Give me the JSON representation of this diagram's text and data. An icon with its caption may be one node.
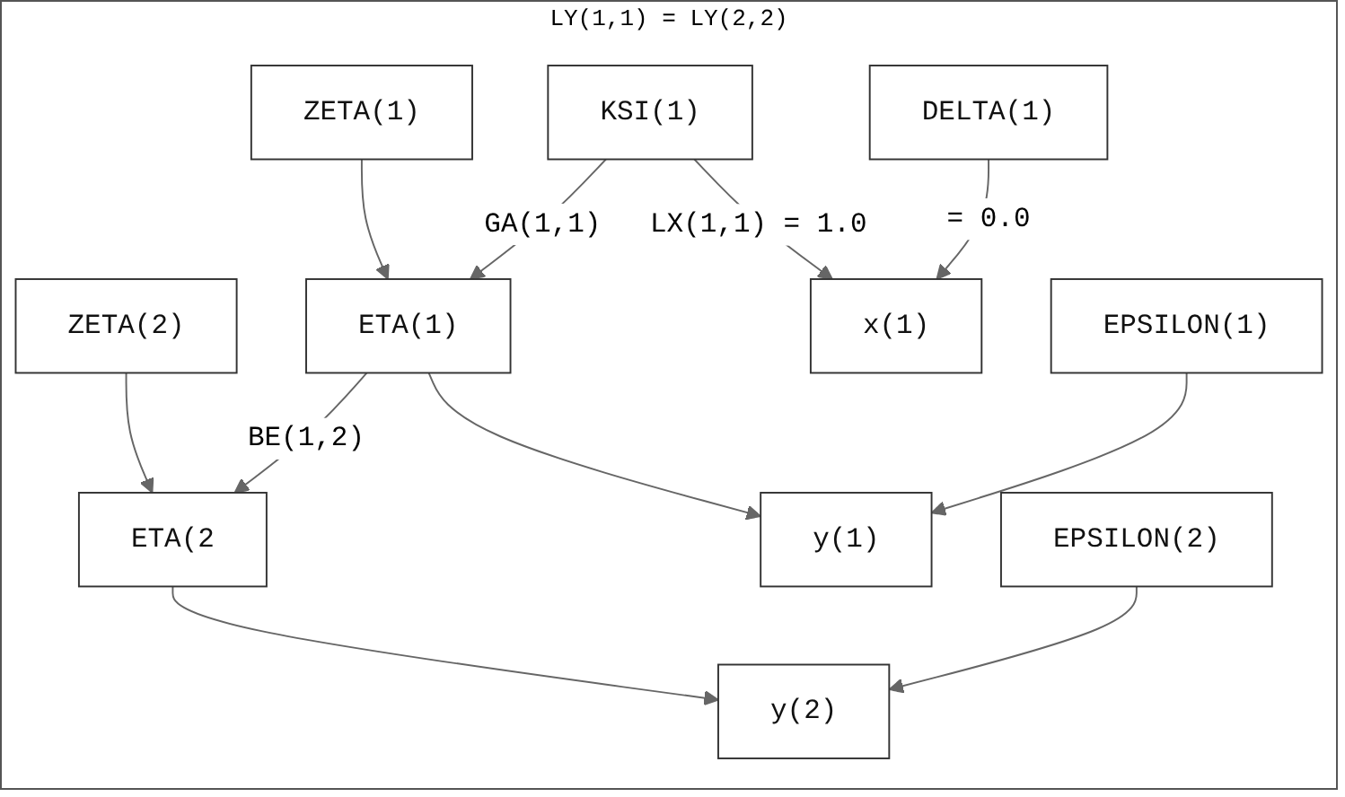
{
  "diagram": {
    "nodes": [
      {
        "text": [
          "ZETA(1)"
        ]
      },
      {
        "text": [
          "ZETA(2)"
        ]
      },
      {
        "text": [
          "KSI(1)"
        ]
      },
      {
        "text": [
          "ETA(1)"
        ]
      },
      {
        "text": [
          "ETA(2"
        ]
      },
      {
        "text": [
          "x(1)"
        ]
      },
      {
        "text": [
          "y(1)"
        ]
      },
      {
        "text": [
          "y(2)"
        ]
      },
      {
        "text": [
          "DELTA(1)"
        ]
      },
      {
        "text": [
          "EPSILON(1)"
        ]
      },
      {
        "text": [
          "EPSILON(2)"
        ]
      }
    ],
    "edges": [
      {
        "from": 0,
        "to": 3,
        "arrow": "to"
      },
      {
        "from": 1,
        "to": 4,
        "arrow": "to"
      },
      {
        "from": 2,
        "to": 3,
        "arrow": "to",
        "label": "GA(1,1)"
      },
      {
        "from": 3,
        "to": 4,
        "arrow": "to",
        "label": "BE(1,2)"
      },
      {
        "from": 2,
        "to": 5,
        "arrow": "to",
        "label": "LX(1,1) = 1.0"
      },
      {
        "from": 3,
        "to": 6,
        "arrow": "to"
      },
      {
        "from": 4,
        "to": 7,
        "arrow": "to"
      },
      {
        "from": 8,
        "to": 5,
        "arrow": "to",
        "label": "= 0.0"
      },
      {
        "from": 9,
        "to": 6,
        "arrow": "to"
      },
      {
        "from": 10,
        "to": 7,
        "arrow": "to"
      }
    ],
    "labels": [
      "LY(1,1) = LY(2,2)"
    ]
  }
}
